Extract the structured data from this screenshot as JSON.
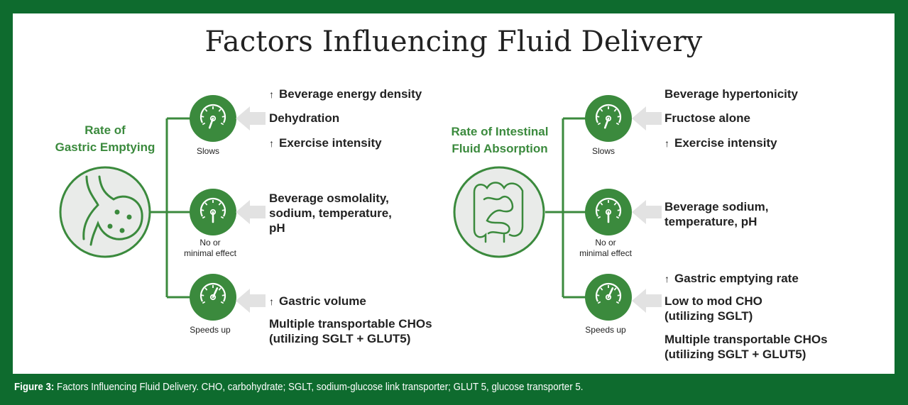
{
  "title": "Factors Influencing Fluid Delivery",
  "colors": {
    "frame": "#0e6b2e",
    "accent": "#3b8a3d",
    "text": "#222222",
    "arrow": "#e2e2e2",
    "organ_fill": "#e9ebe9"
  },
  "left": {
    "category_line1": "Rate of",
    "category_line2": "Gastric Emptying",
    "icon": "stomach-icon",
    "slows": {
      "label": "Slows",
      "items": [
        "Beverage energy density",
        "Dehydration",
        "Exercise intensity"
      ],
      "arrow_up": [
        "↑",
        "",
        "↑"
      ]
    },
    "no_effect": {
      "label_line1": "No or",
      "label_line2": "minimal effect",
      "items": [
        "Beverage osmolality,",
        "sodium, temperature,",
        "pH"
      ]
    },
    "speeds": {
      "label": "Speeds up",
      "item1_arrow": "↑",
      "item1": "Gastric volume",
      "item2_line1": "Multiple transportable CHOs",
      "item2_line2": "(utilizing SGLT + GLUT5)"
    }
  },
  "right": {
    "category_line1": "Rate of Intestinal",
    "category_line2": "Fluid Absorption",
    "icon": "intestine-icon",
    "slows": {
      "label": "Slows",
      "items": [
        "Beverage hypertonicity",
        "Fructose alone",
        "Exercise intensity"
      ],
      "arrow_up": [
        "",
        "",
        "↑"
      ]
    },
    "no_effect": {
      "label_line1": "No or",
      "label_line2": "minimal effect",
      "items": [
        "Beverage sodium,",
        "temperature, pH"
      ]
    },
    "speeds": {
      "label": "Speeds up",
      "item1_arrow": "↑",
      "item1": "Gastric emptying rate",
      "item2_line1": "Low to mod CHO",
      "item2_line2": "(utilizing SGLT)",
      "item3_line1": "Multiple transportable CHOs",
      "item3_line2": "(utilizing SGLT + GLUT5)"
    }
  },
  "caption": {
    "prefix": "Figure 3:",
    "text": " Factors Influencing Fluid Delivery. CHO, carbohydrate; SGLT, sodium-glucose link transporter; GLUT 5, glucose transporter 5."
  }
}
